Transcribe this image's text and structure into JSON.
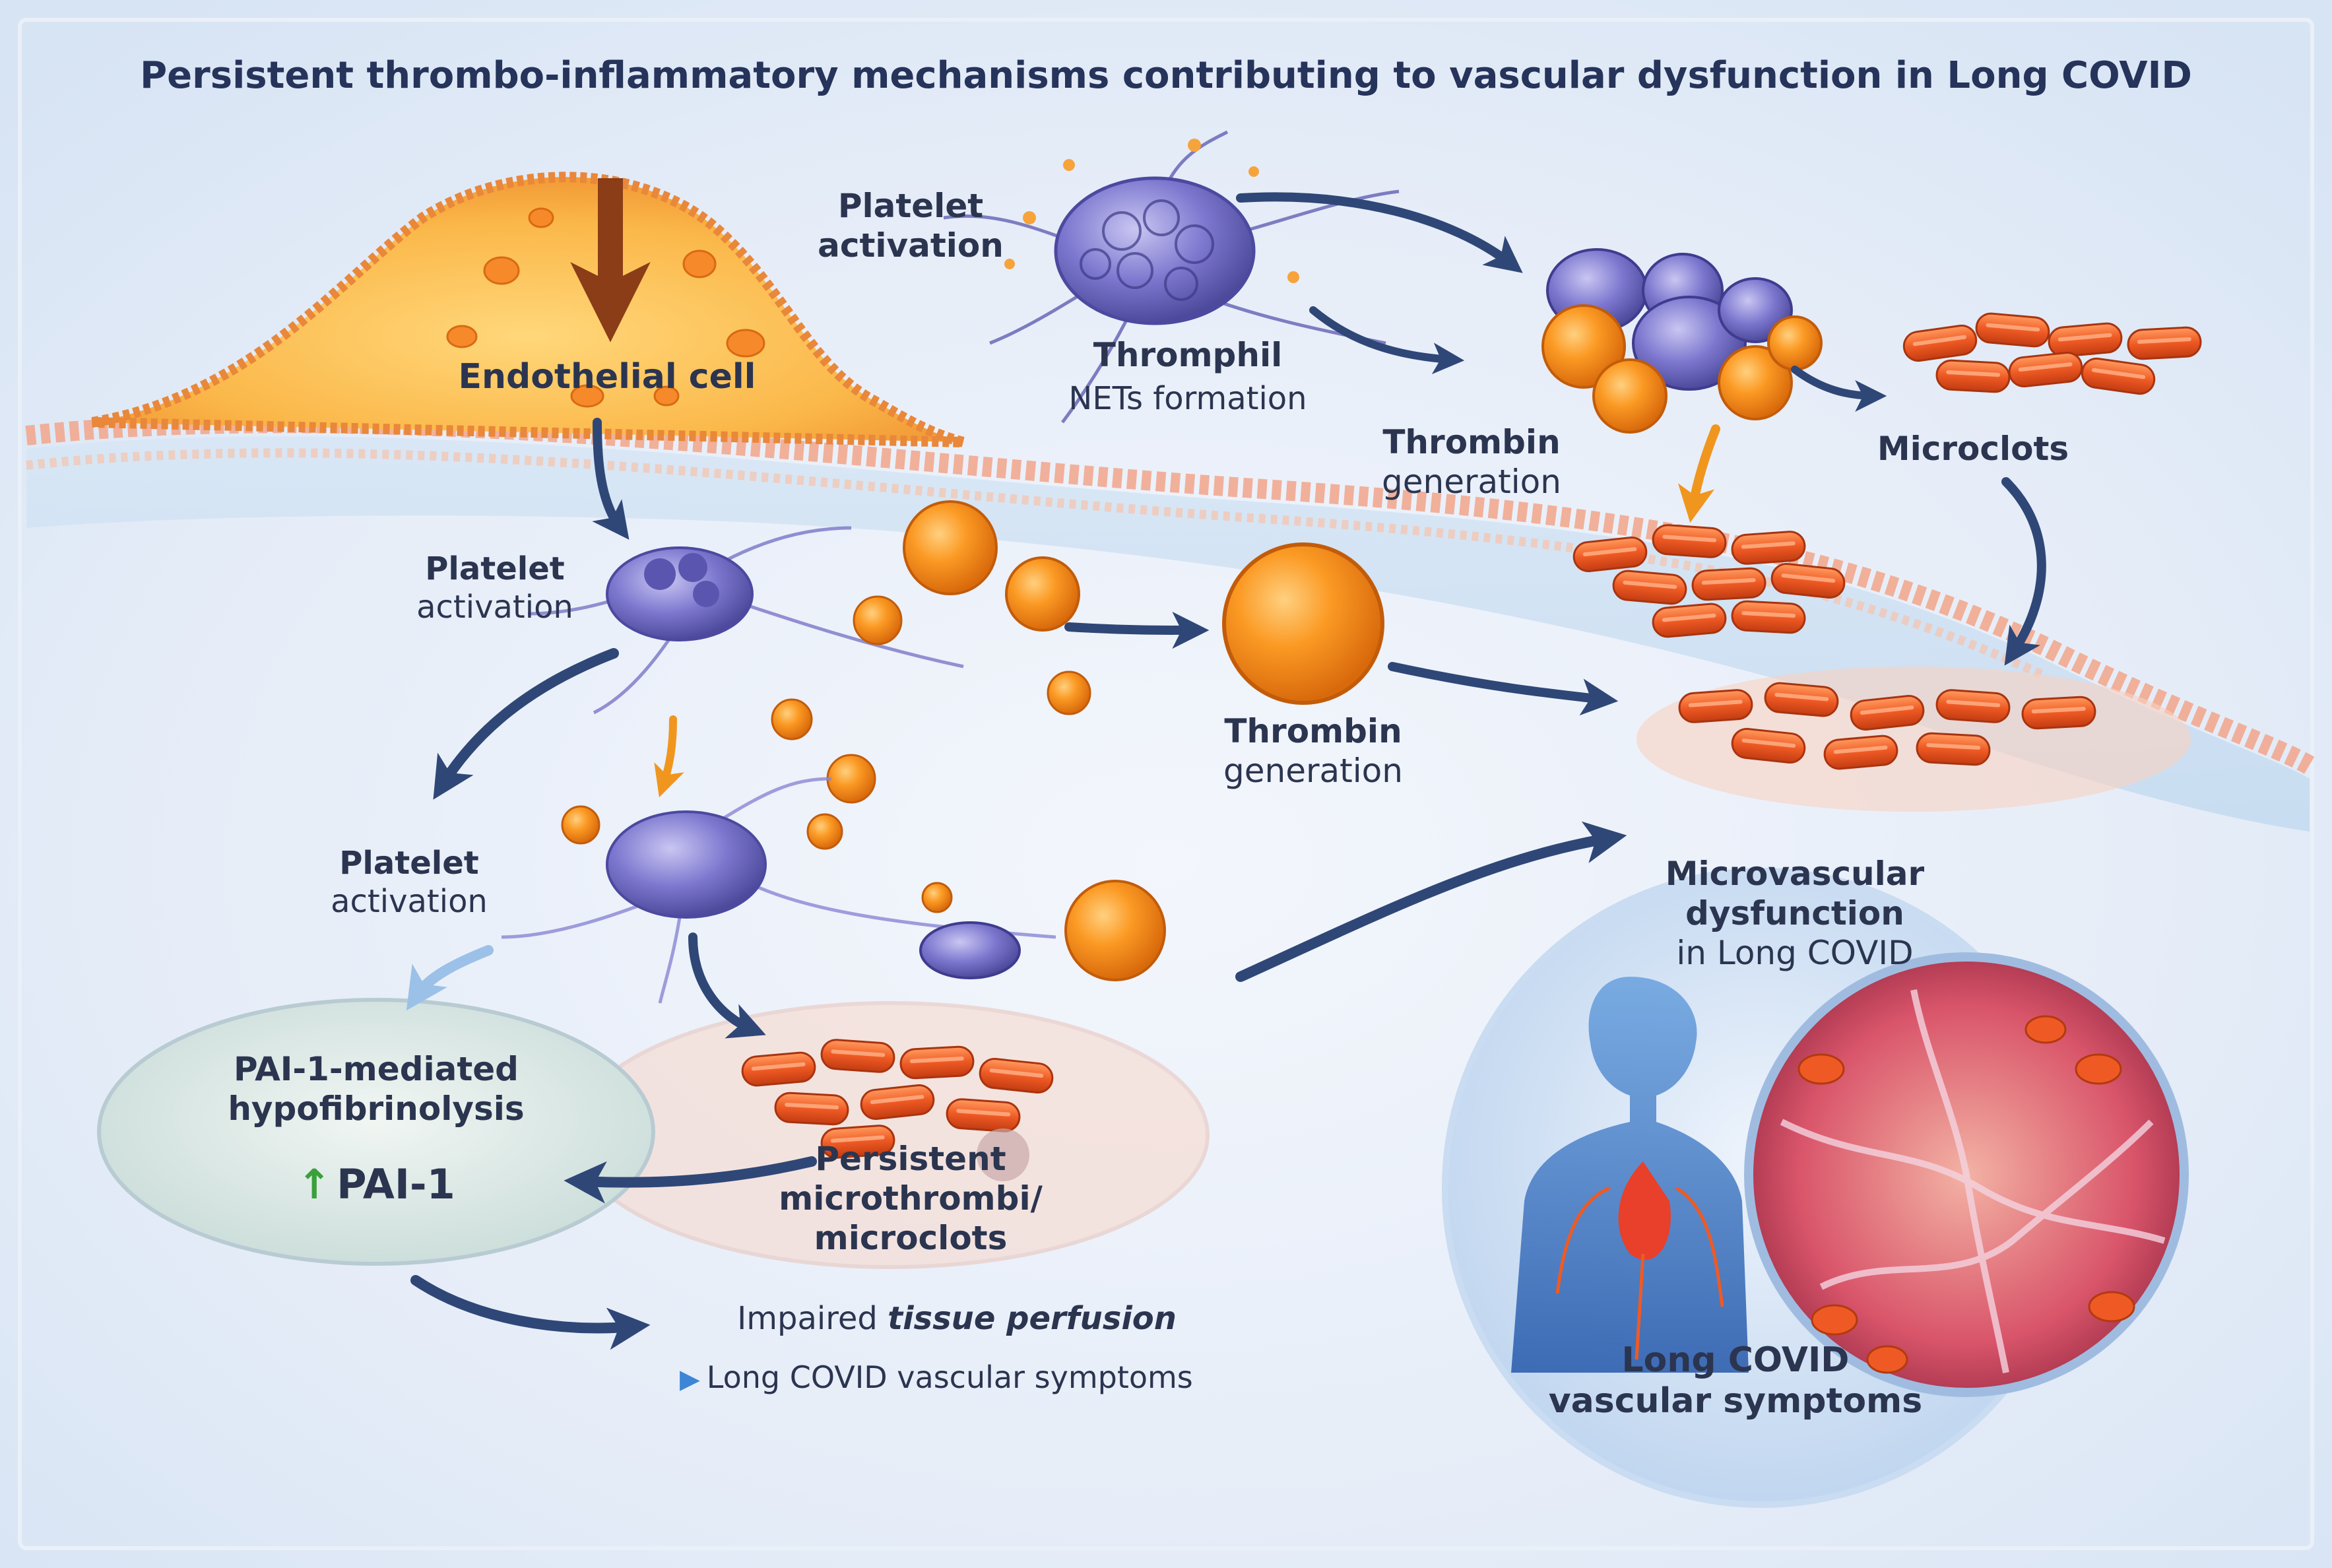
{
  "title": "Persistent thrombo-inflammatory mechanisms contributing to vascular dysfunction in Long COVID",
  "labels": {
    "platelet_activation_top": [
      "Platelet",
      "activation"
    ],
    "endothelial_cell": "Endothelial cell",
    "thromphil": "Thromphil",
    "nets_formation": "NETs formation",
    "thrombin_generation_top": [
      "Thrombin",
      "generation"
    ],
    "microclots": "Microclots",
    "platelet_activation_mid": [
      "Platelet",
      "activation"
    ],
    "thrombin_generation_mid": [
      "Thrombin",
      "generation"
    ],
    "platelet_activation_low": [
      "Platelet",
      "activation"
    ],
    "microvascular": [
      "Microvascular",
      "dysfunction",
      "in Long COVID"
    ],
    "pai_ellipse": [
      "PAI-1-mediated",
      "hypofibrinolysis"
    ],
    "pai_value": "PAI-1",
    "persistent": [
      "Persistent",
      "microthrombi/",
      "microclots"
    ],
    "impaired_prefix": "Impaired ",
    "impaired_emph": "tissue perfusion",
    "symptoms_bullet": "Long COVID vascular symptoms",
    "symptoms_circle": [
      "Long COVID",
      "vascular symptoms"
    ]
  },
  "colors": {
    "title": "#26335a",
    "text": "#2b3550",
    "arrow_navy": "#2f4777",
    "arrow_orange": "#f0961e",
    "arrow_light": "#9cc1e8",
    "platelet": "#6f6ac8",
    "rbc": "#ef5a24",
    "orange_cell": "#fb8c1c",
    "background": "#e4ecf7"
  },
  "icons": {
    "bullet": "triangle-right-icon",
    "increase": "arrow-up-icon"
  }
}
